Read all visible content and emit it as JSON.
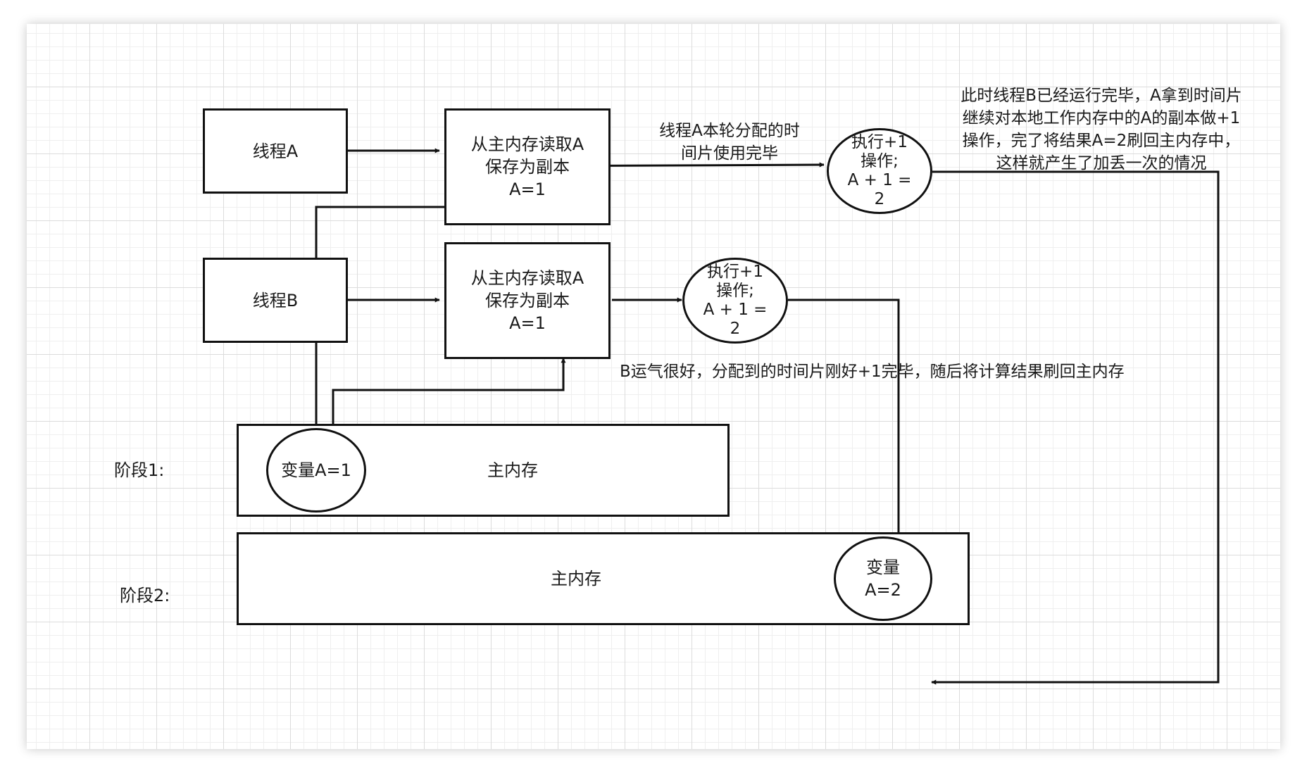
{
  "nodes": {
    "thread_a": "线程A",
    "thread_b": "线程B",
    "read_a": "从主内存读取A\n保存为副本\nA=1",
    "read_b": "从主内存读取A\n保存为副本\nA=1",
    "exec_a": "执行+1\n操作;\nA + 1 =\n2",
    "exec_b": "执行+1\n操作;\nA + 1 =\n2",
    "var_stage1": "变量A=1",
    "main_mem_stage1": "主内存",
    "main_mem_stage2": "主内存",
    "var_stage2": "变量\nA=2"
  },
  "notes": {
    "a_timeslice_used": "线程A本轮分配的时\n间片使用完毕",
    "b_lucky": "B运气很好，分配到的时间片刚好+1完毕，随后将计算结果刷回主内存",
    "b_finished_a_resumes": "此时线程B已经运行完毕，A拿到时间片\n继续对本地工作内存中的A的副本做+1\n操作，完了将结果A=2刷回主内存中，\n这样就产生了加丢一次的情况"
  },
  "stages": {
    "stage1": "阶段1:",
    "stage2": "阶段2:"
  },
  "colors": {
    "stroke": "#111111",
    "grid_major": "#dcdcdc",
    "grid_minor": "#efefef",
    "background": "#ffffff"
  }
}
